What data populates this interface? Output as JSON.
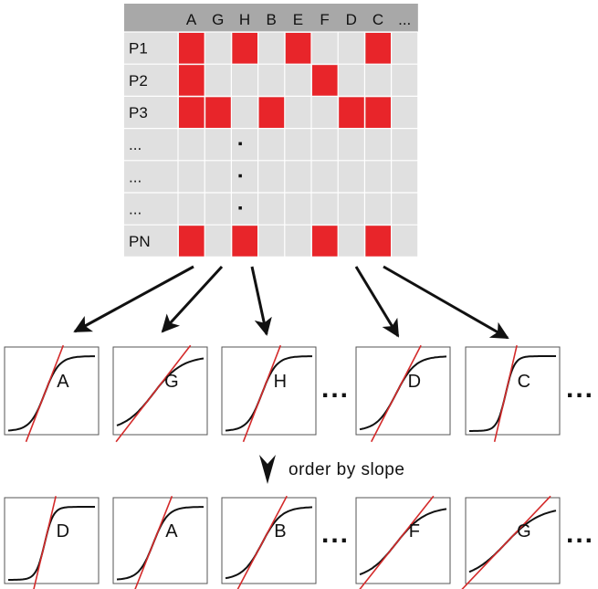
{
  "matrix": {
    "columns": [
      "A",
      "G",
      "H",
      "B",
      "E",
      "F",
      "D",
      "C",
      "..."
    ],
    "rows": [
      {
        "label": "P1",
        "cells": [
          1,
          0,
          1,
          0,
          1,
          0,
          0,
          1,
          0
        ]
      },
      {
        "label": "P2",
        "cells": [
          1,
          0,
          0,
          0,
          0,
          1,
          0,
          0,
          0
        ]
      },
      {
        "label": "P3",
        "cells": [
          1,
          1,
          0,
          1,
          0,
          0,
          1,
          1,
          0
        ]
      },
      {
        "label": "...",
        "cells": [
          0,
          0,
          0,
          0,
          0,
          0,
          0,
          0,
          0
        ]
      },
      {
        "label": "...",
        "cells": [
          0,
          0,
          0,
          0,
          0,
          0,
          0,
          0,
          0
        ]
      },
      {
        "label": "...",
        "cells": [
          0,
          0,
          0,
          0,
          0,
          0,
          0,
          0,
          0
        ]
      },
      {
        "label": "PN",
        "cells": [
          1,
          0,
          1,
          0,
          0,
          1,
          0,
          1,
          0
        ]
      }
    ],
    "colors": {
      "filled": "#e8252a",
      "empty": "#e0e0e0",
      "header": "#a8a8a8",
      "grid": "#ffffff"
    }
  },
  "top_plots": [
    {
      "label": "A",
      "steepness": "high"
    },
    {
      "label": "G",
      "steepness": "low"
    },
    {
      "label": "H",
      "steepness": "high"
    },
    {
      "label": "D",
      "steepness": "medium"
    },
    {
      "label": "C",
      "steepness": "very-high"
    }
  ],
  "top_ellipsis": "...",
  "order_caption": "order by slope",
  "bottom_plots": [
    {
      "label": "D",
      "steepness": "very-high"
    },
    {
      "label": "A",
      "steepness": "high"
    },
    {
      "label": "B",
      "steepness": "medium"
    },
    {
      "label": "F",
      "steepness": "low"
    },
    {
      "label": "G",
      "steepness": "very-low"
    }
  ],
  "bottom_ellipsis": "...",
  "curve_colors": {
    "sigmoid": "#111111",
    "tangent": "#d42a2a"
  }
}
